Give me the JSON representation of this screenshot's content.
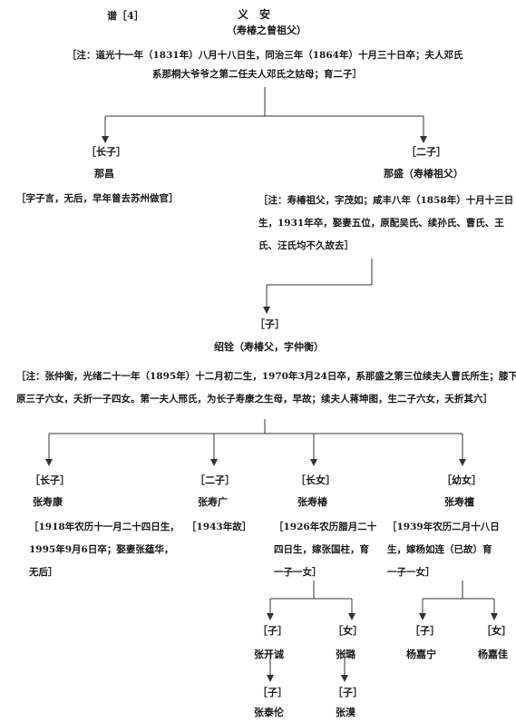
{
  "header": {
    "ref": "谱［4］",
    "root_name": "义　安",
    "root_relation": "（寿椿之曾祖父）"
  },
  "root_note": {
    "line1": "［注：道光十一年（1831年）八月十八日生，同治三年（1864年）十月三十日卒；夫人邓氏",
    "line2": "系那桐大爷爷之第二任夫人邓氏之姑母；育二子］"
  },
  "gen2": {
    "eldest": {
      "tag": "［长子］",
      "name": "那昌",
      "note": "［字子言，无后，早年曾去苏州做官］"
    },
    "second": {
      "tag": "［二子］",
      "name": "那盛（寿椿祖父）",
      "note_lines": [
        "［注：寿椿祖父，字茂如；咸丰八年（1858年）十月十三日",
        "生，1931年卒，娶妻五位，原配吴氏、续孙氏、曹氏、王",
        "氏、汪氏均不久故去］"
      ]
    }
  },
  "gen3": {
    "tag": "［子］",
    "name": "绍铨（寿椿父，字仲衡）",
    "note_lines": [
      "［注：张仲衡，光绪二十一年（1895年）十二月初二生，1970年3月24日卒，系那盛之第三位续夫人曹氏所生；膝下",
      "原三子六女，夭折一子四女。第一夫人邢氏，为长子寿康之生母，早故；续夫人蒋坤图，生二子六女，夭折其六］"
    ]
  },
  "gen4": [
    {
      "tag": "［长子］",
      "name": "张寿康",
      "note_lines": [
        "［1918年农历十一月二十四日生，",
        "1995年9月6日卒；娶妻张蕴华，",
        "无后］"
      ]
    },
    {
      "tag": "［二子］",
      "name": "张寿广",
      "note_lines": [
        "［1943年故］"
      ]
    },
    {
      "tag": "［长女］",
      "name": "张寿椿",
      "note_lines": [
        "［1926年农历腊月二十",
        "四日生，嫁张国柱，育",
        "一子一女］"
      ]
    },
    {
      "tag": "［幼女］",
      "name": "张寿檀",
      "note_lines": [
        "［1939年农历二月十八日",
        "生，嫁杨如连（已故）育",
        "一子一女］"
      ]
    }
  ],
  "gen5": {
    "left": [
      {
        "tag": "［子］",
        "name": "张开诚",
        "child_tag": "［子］",
        "child_name": "张泰伦"
      },
      {
        "tag": "［女］",
        "name": "张璐",
        "child_tag": "［子］",
        "child_name": "张漠"
      }
    ],
    "right": [
      {
        "tag": "［子］",
        "name": "杨嘉宁"
      },
      {
        "tag": "［女］",
        "name": "杨嘉佳"
      }
    ]
  }
}
